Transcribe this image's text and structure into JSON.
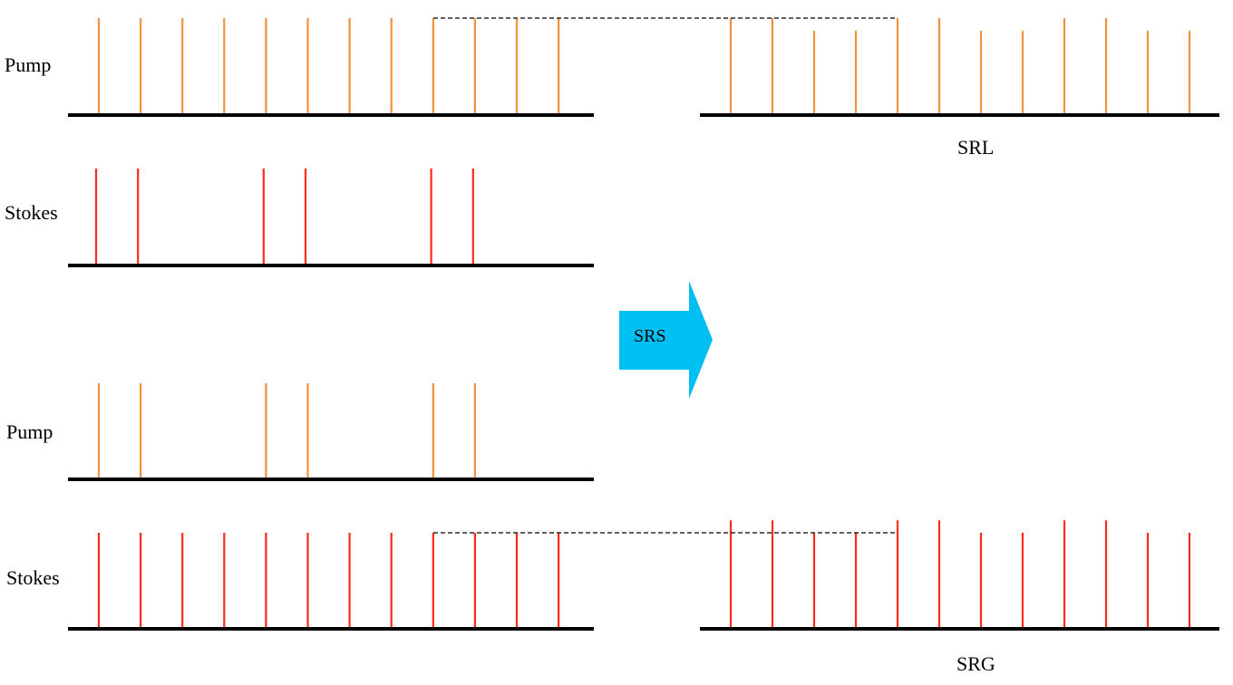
{
  "labels": {
    "pump_top": "Pump",
    "stokes_top": "Stokes",
    "pump_bottom": "Pump",
    "stokes_bottom": "Stokes",
    "srl": "SRL",
    "srg": "SRG",
    "arrow": "SRS"
  },
  "colors": {
    "pump": "#f0923a",
    "stokes": "#ff2a1a",
    "arrow": "#00bff3",
    "axis": "#000000"
  },
  "panels": [
    {
      "id": "pump-top-left",
      "color": "pump",
      "slots": [
        0,
        1,
        2,
        3,
        4,
        5,
        6,
        7,
        8,
        9,
        10,
        11
      ],
      "amplitudes": [
        1,
        1,
        1,
        1,
        1,
        1,
        1,
        1,
        1,
        1,
        1,
        1
      ]
    },
    {
      "id": "stokes-top-left",
      "color": "stokes",
      "slots": [
        0,
        1,
        4,
        5,
        8,
        9
      ],
      "amplitudes": [
        1,
        1,
        1,
        1,
        1,
        1
      ]
    },
    {
      "id": "pump-bottom-left",
      "color": "pump",
      "slots": [
        0,
        1,
        4,
        5,
        8,
        9
      ],
      "amplitudes": [
        1,
        1,
        1,
        1,
        1,
        1
      ]
    },
    {
      "id": "stokes-bottom-left",
      "color": "stokes",
      "slots": [
        0,
        1,
        2,
        3,
        4,
        5,
        6,
        7,
        8,
        9,
        10,
        11
      ],
      "amplitudes": [
        1,
        1,
        1,
        1,
        1,
        1,
        1,
        1,
        1,
        1,
        1,
        1
      ]
    },
    {
      "id": "srl-output",
      "color": "pump",
      "slots": [
        0,
        1,
        2,
        3,
        4,
        5,
        6,
        7,
        8,
        9,
        10,
        11
      ],
      "amplitudes": [
        1,
        1,
        0.87,
        0.87,
        1,
        1,
        0.87,
        0.87,
        1,
        1,
        0.87,
        0.87
      ]
    },
    {
      "id": "srg-output",
      "color": "stokes",
      "slots": [
        0,
        1,
        2,
        3,
        4,
        5,
        6,
        7,
        8,
        9,
        10,
        11
      ],
      "amplitudes": [
        1.13,
        1.13,
        1,
        1,
        1.13,
        1.13,
        1,
        1,
        1.13,
        1.13,
        1,
        1
      ]
    }
  ]
}
